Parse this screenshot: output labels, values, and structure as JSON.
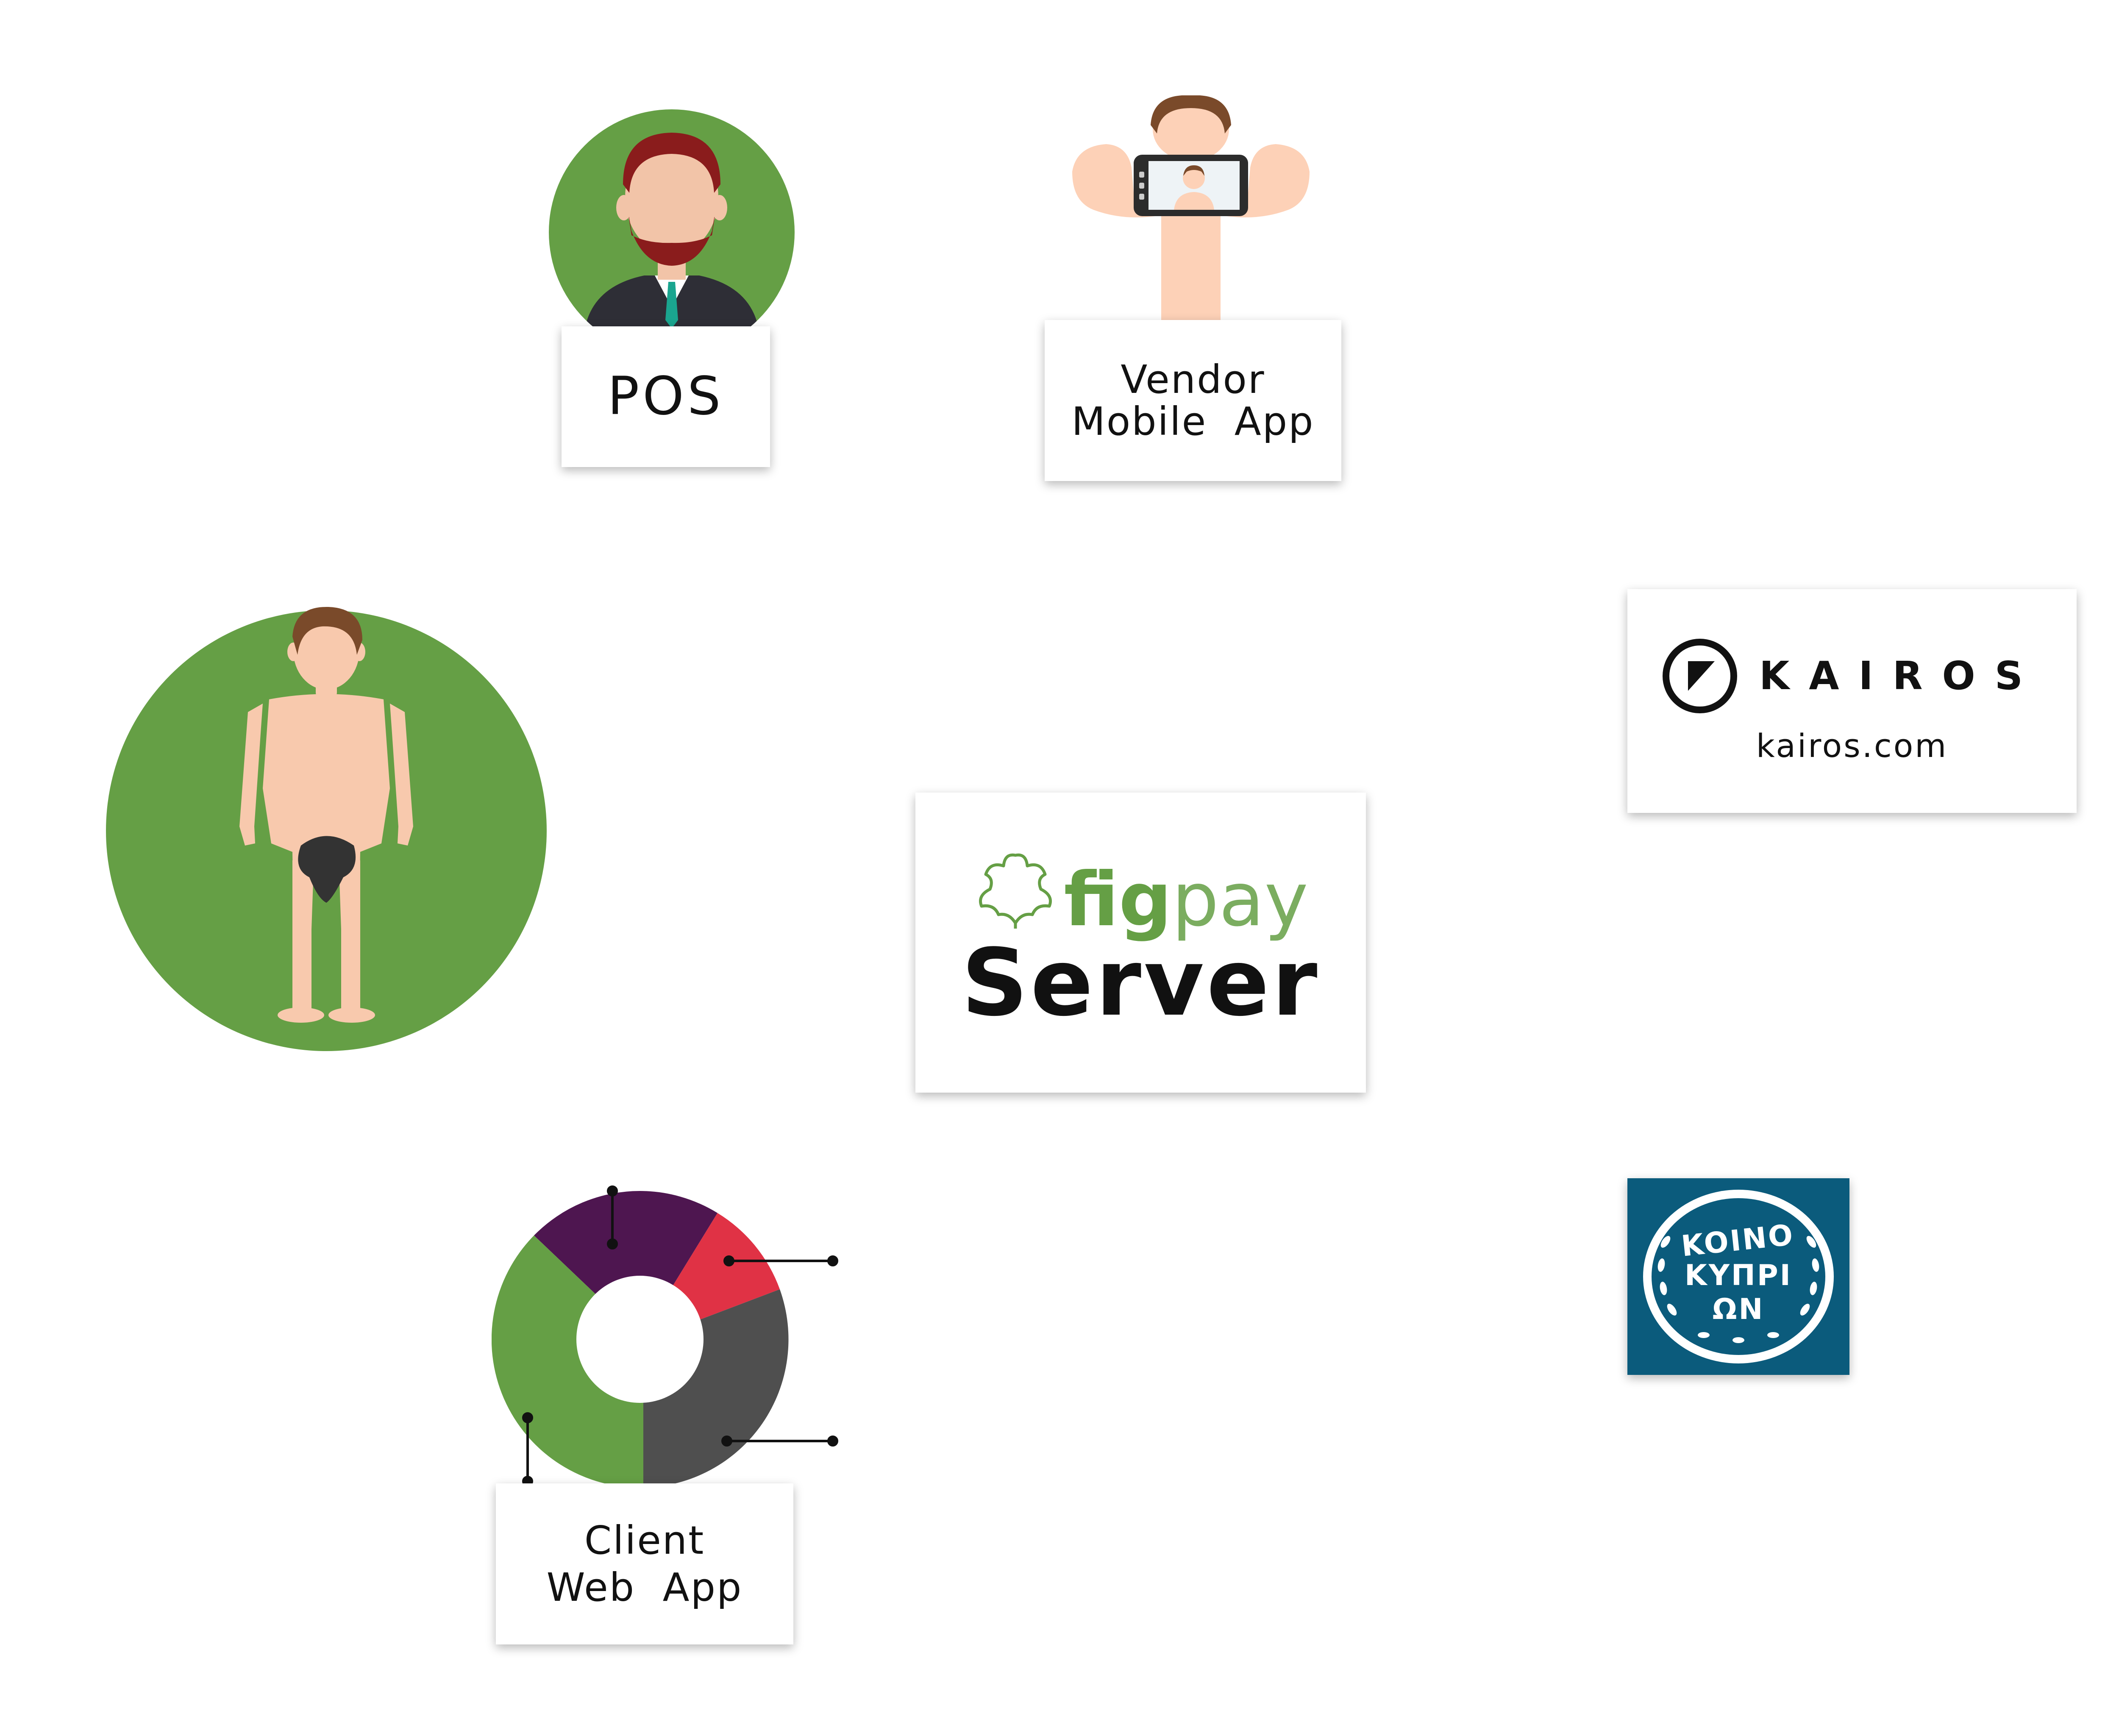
{
  "colors": {
    "brand_green": "#659f45",
    "dark": "#111111",
    "koino_blue": "#0b5b7c",
    "chart_purple": "#4e1650",
    "chart_red": "#e03245",
    "chart_gray": "#4f4f4f"
  },
  "nodes": {
    "pos": {
      "label": "POS"
    },
    "vendor_app": {
      "label_line1": "Vendor",
      "label_line2": "Mobile  App"
    },
    "client_app": {
      "label_line1": "Client",
      "label_line2": "Web  App"
    },
    "server": {
      "logo_fig": "fig",
      "logo_pay": "pay",
      "label": "Server"
    },
    "kairos": {
      "name": "KAIROS",
      "url": "kairos.com"
    },
    "koino": {
      "line1": "KOINO",
      "line2": "KYΠPI",
      "line3": "ΩN"
    }
  },
  "icons": {
    "customer": "standing-person-icon",
    "pos": "bearded-man-icon",
    "vendor": "person-holding-phone-icon",
    "client": "donut-chart-icon",
    "server": "fig-leaf-icon",
    "kairos": "kairos-logo-icon",
    "koino": "koino-kyprion-seal-icon"
  }
}
